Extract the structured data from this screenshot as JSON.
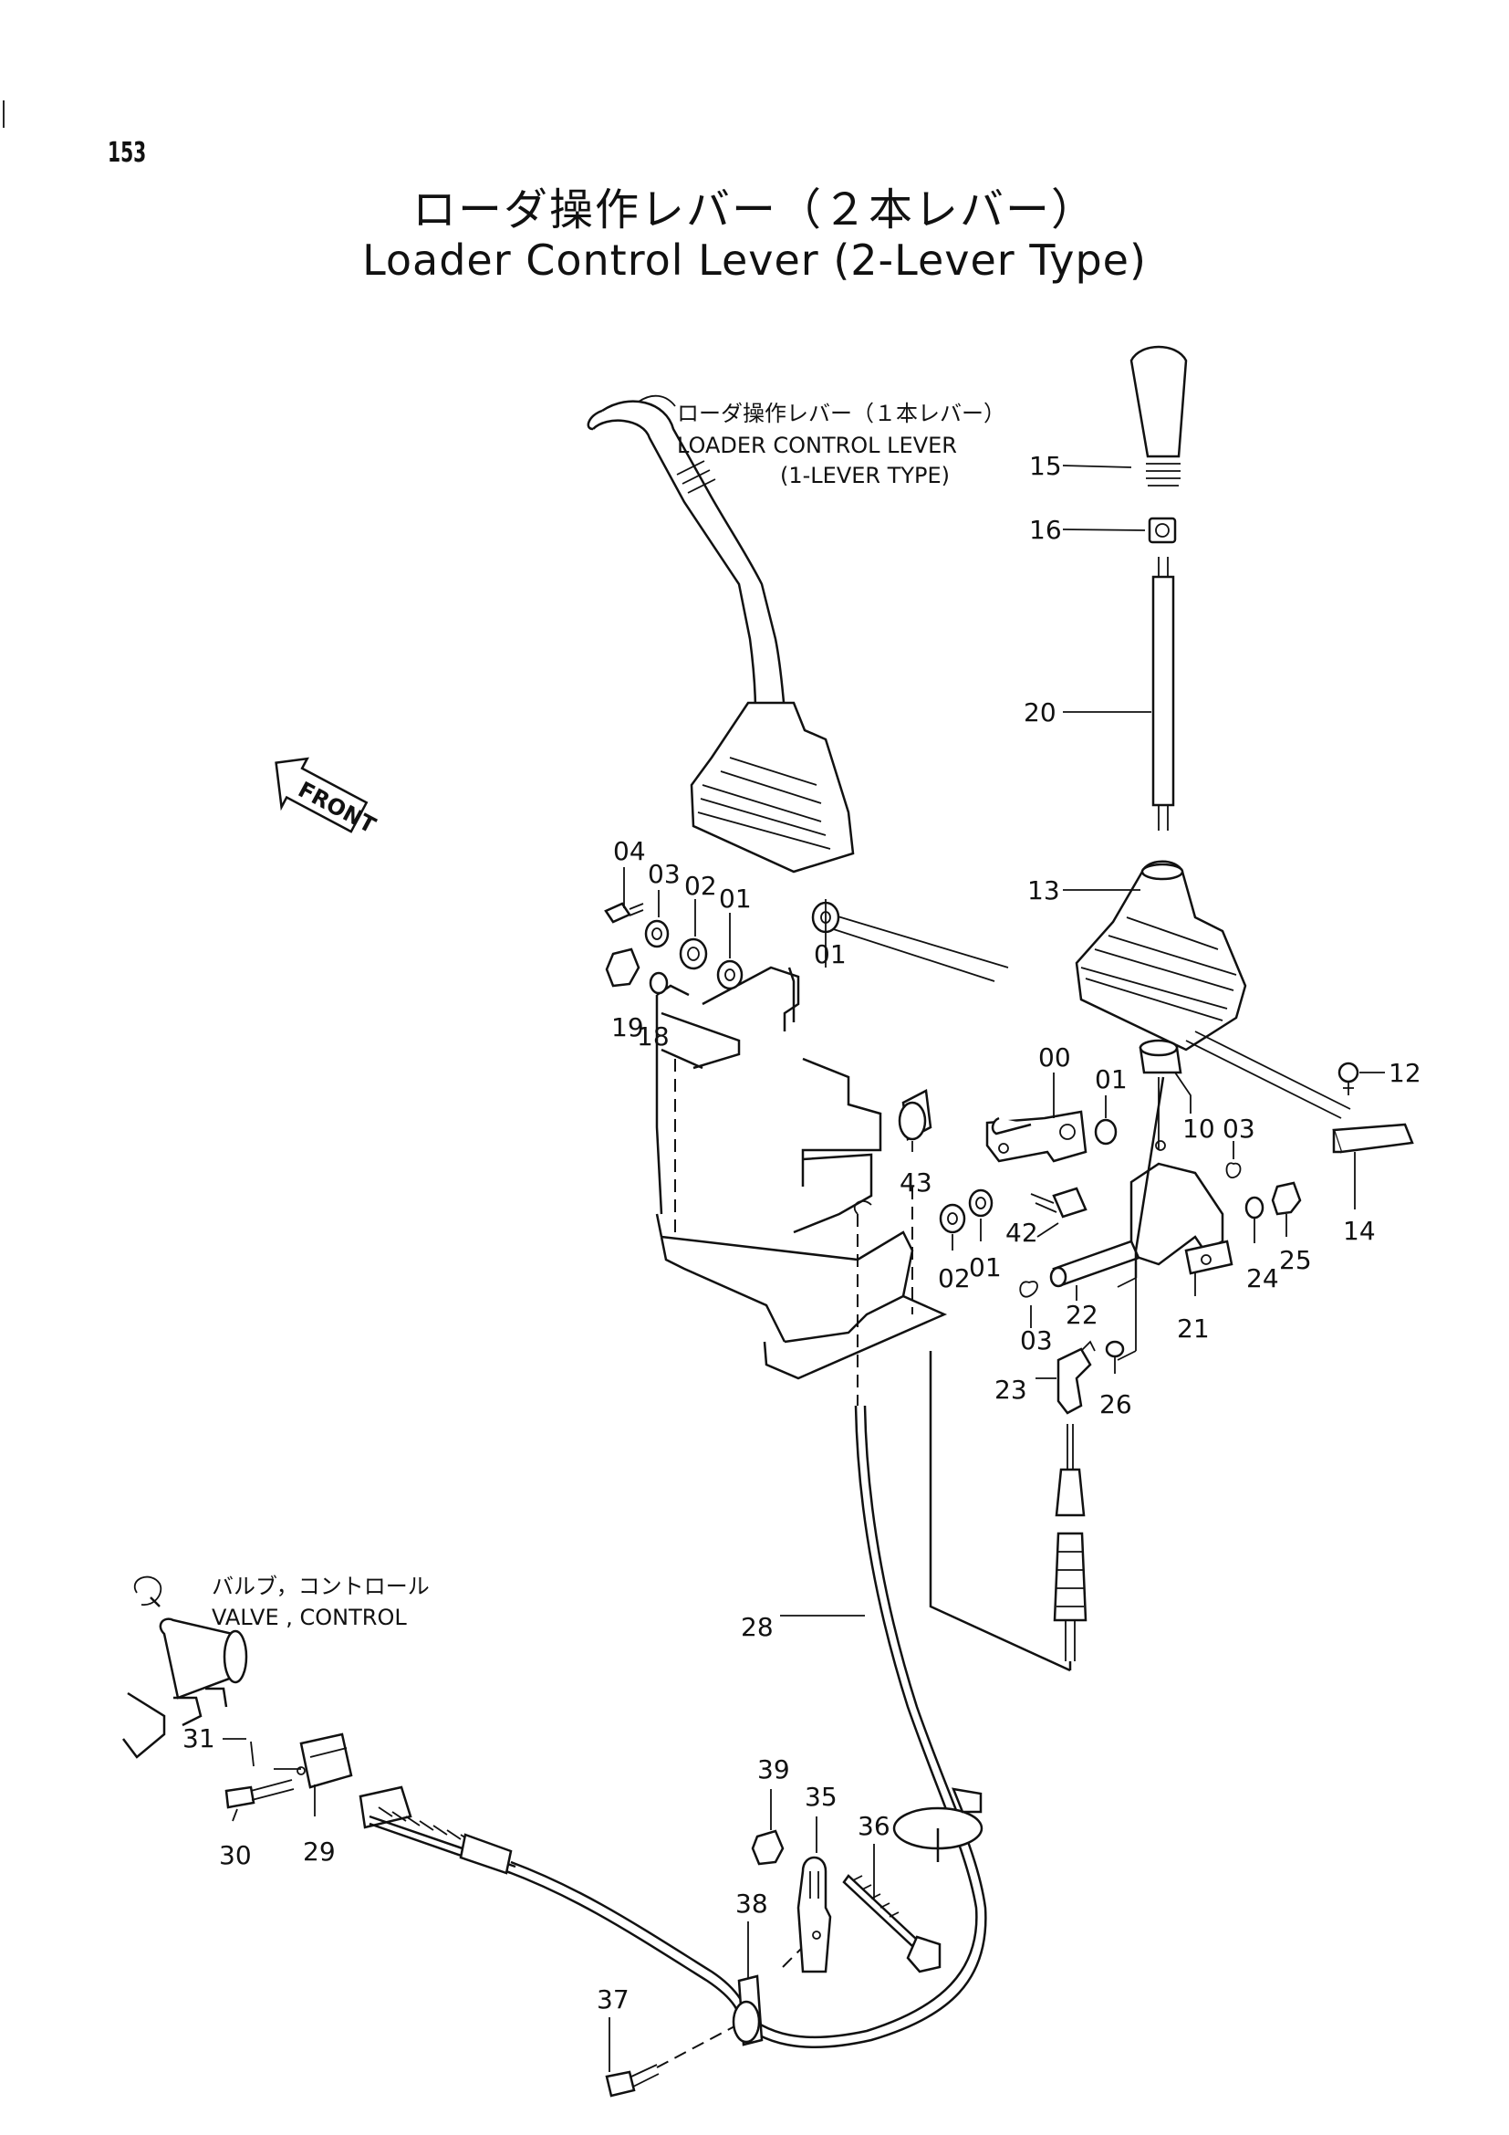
{
  "page_number": "153",
  "title_jp": "ローダ操作レバー（２本レバー）",
  "title_en": "Loader Control Lever (2-Lever Type)",
  "front_label": "FRONT",
  "notes": {
    "one_lever_jp": "ローダ操作レバー（１本レバー）",
    "one_lever_en_1": "LOADER CONTROL LEVER",
    "one_lever_en_2": "(1-LEVER TYPE)",
    "valve_jp": "バルブ，コントロール",
    "valve_en": "VALVE , CONTROL"
  },
  "callouts": {
    "p15": "15",
    "p16": "16",
    "p20": "20",
    "p13": "13",
    "p12": "12",
    "p14": "14",
    "p10": "10",
    "p00": "00",
    "p01a": "01",
    "p01b": "01",
    "p01c": "01",
    "p01d": "01",
    "p02a": "02",
    "p02b": "02",
    "p03a": "03",
    "p03b": "03",
    "p03c": "03",
    "p04": "04",
    "p19": "19",
    "p18": "18",
    "p43": "43",
    "p42": "42",
    "p22": "22",
    "p21": "21",
    "p23": "23",
    "p24": "24",
    "p25": "25",
    "p26": "26",
    "p28": "28",
    "p31": "31",
    "p30": "30",
    "p29": "29",
    "p39": "39",
    "p35": "35",
    "p36": "36",
    "p38": "38",
    "p37": "37"
  }
}
